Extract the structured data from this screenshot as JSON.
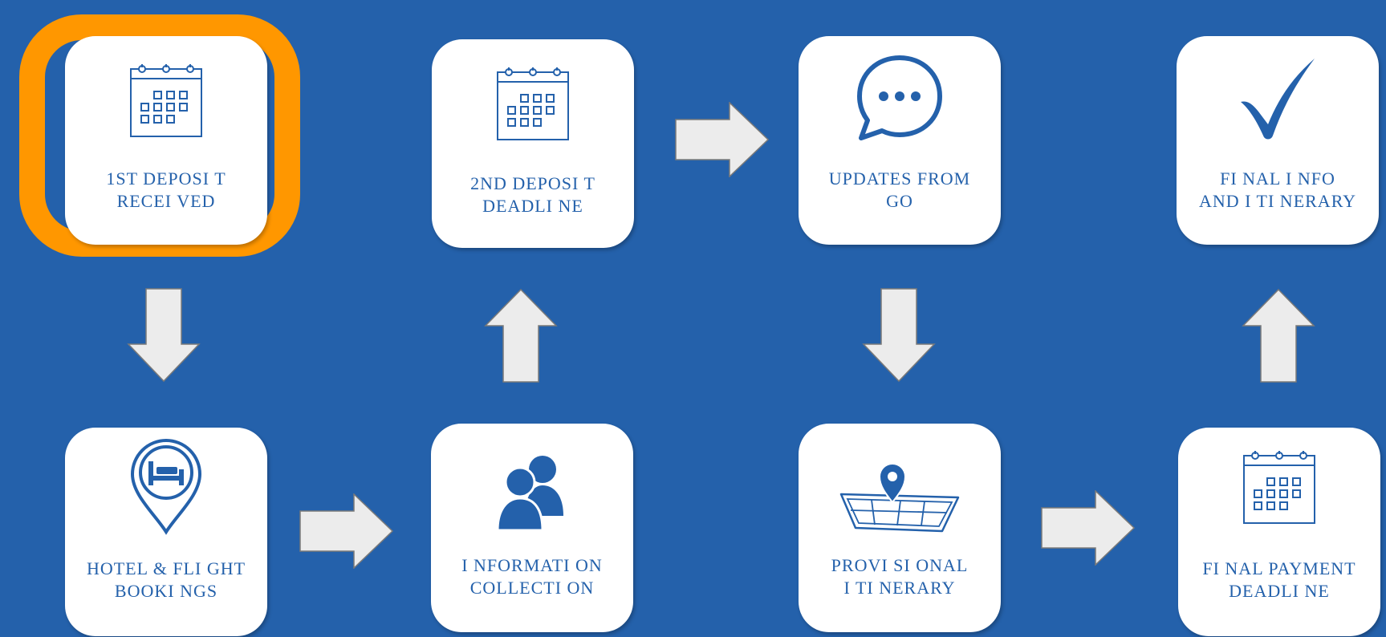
{
  "colors": {
    "background": "#2461ab",
    "card": "#ffffff",
    "text": "#2461ab",
    "highlight": "#ff9700",
    "arrow_fill": "#ececec"
  },
  "highlighted_step": "step-1",
  "steps": [
    {
      "id": "step-1",
      "icon": "calendar-icon",
      "line1": "1ST DEPOSI T",
      "line2": "RECEI VED"
    },
    {
      "id": "step-2",
      "icon": "hotel-pin-icon",
      "line1": "HOTEL & FLI GHT",
      "line2": "BOOKI NGS"
    },
    {
      "id": "step-3",
      "icon": "people-icon",
      "line1": "I NFORMATI ON",
      "line2": "COLLECTI ON"
    },
    {
      "id": "step-4",
      "icon": "calendar-icon",
      "line1": "2ND DEPOSI T",
      "line2": "DEADLI NE"
    },
    {
      "id": "step-5",
      "icon": "speech-bubble-icon",
      "line1": "UPDATES FROM",
      "line2": "GO"
    },
    {
      "id": "step-6",
      "icon": "map-pin-icon",
      "line1": "PROVI SI ONAL",
      "line2": "I TI NERARY"
    },
    {
      "id": "step-7",
      "icon": "calendar-icon",
      "line1": "FI NAL PAYMENT",
      "line2": "DEADLI NE"
    },
    {
      "id": "step-8",
      "icon": "checkmark-icon",
      "line1": "FI NAL I NFO",
      "line2": "AND I TI NERARY"
    }
  ],
  "arrows": [
    "down",
    "right",
    "up",
    "right",
    "down",
    "right",
    "up"
  ]
}
